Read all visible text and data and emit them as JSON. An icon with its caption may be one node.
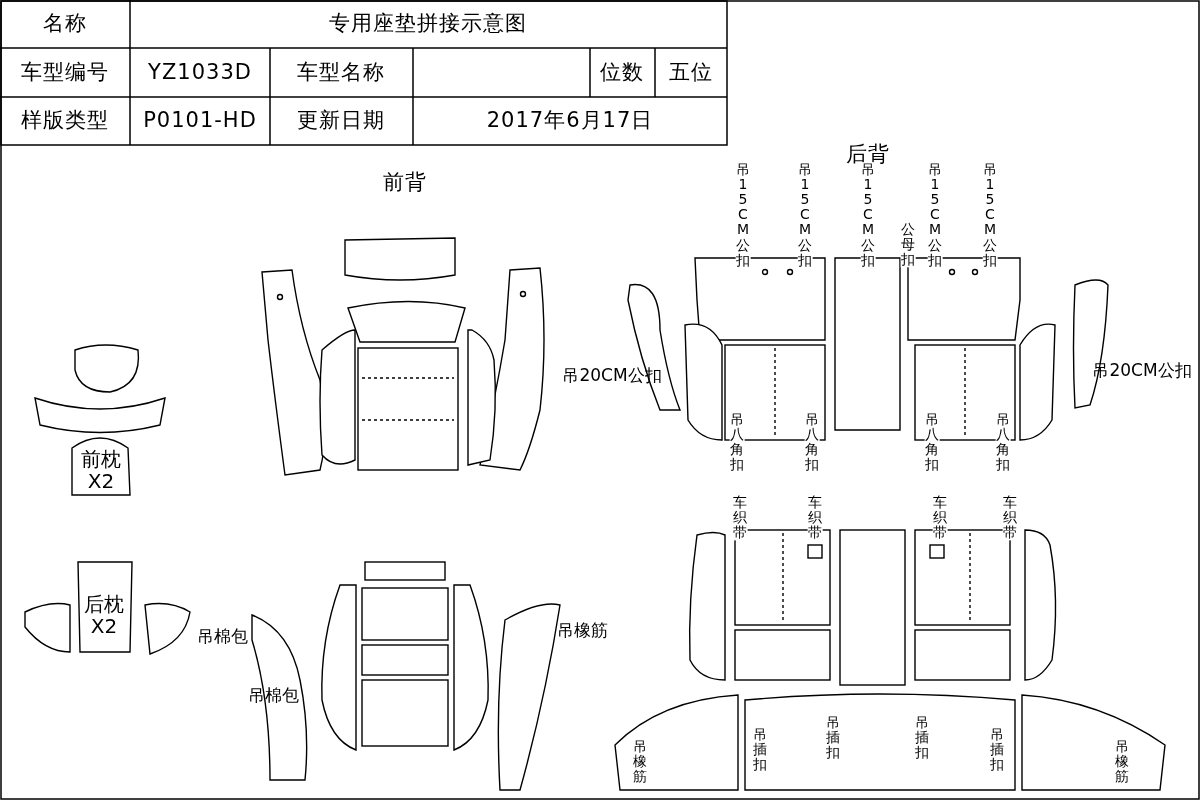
{
  "diagram": {
    "labels": [
      "名称",
      "专用座垫拼接示意图",
      "车型编号",
      "YZ1033D",
      "车型名称",
      "位数",
      "五位",
      "样版类型",
      "P0101-HD",
      "更新日期",
      "2017年6月17日",
      "后背",
      "前背",
      "吊15CM公扣",
      "吊15CM公扣",
      "吊15CM公扣",
      "公母扣",
      "吊15CM公扣",
      "吊15CM公扣",
      "吊20CM公扣",
      "吊20CM公扣",
      "吊八角扣",
      "吊八角扣",
      "吊八角扣",
      "吊八角扣",
      "前枕 X2",
      "车织带",
      "车织带",
      "车织带",
      "车织带",
      "后枕 X2",
      "吊棉包",
      "吊橡筋",
      "吊棉包",
      "吊橡筋",
      "吊插扣",
      "吊插扣",
      "吊插扣",
      "吊插扣",
      "吊橡筋"
    ]
  }
}
